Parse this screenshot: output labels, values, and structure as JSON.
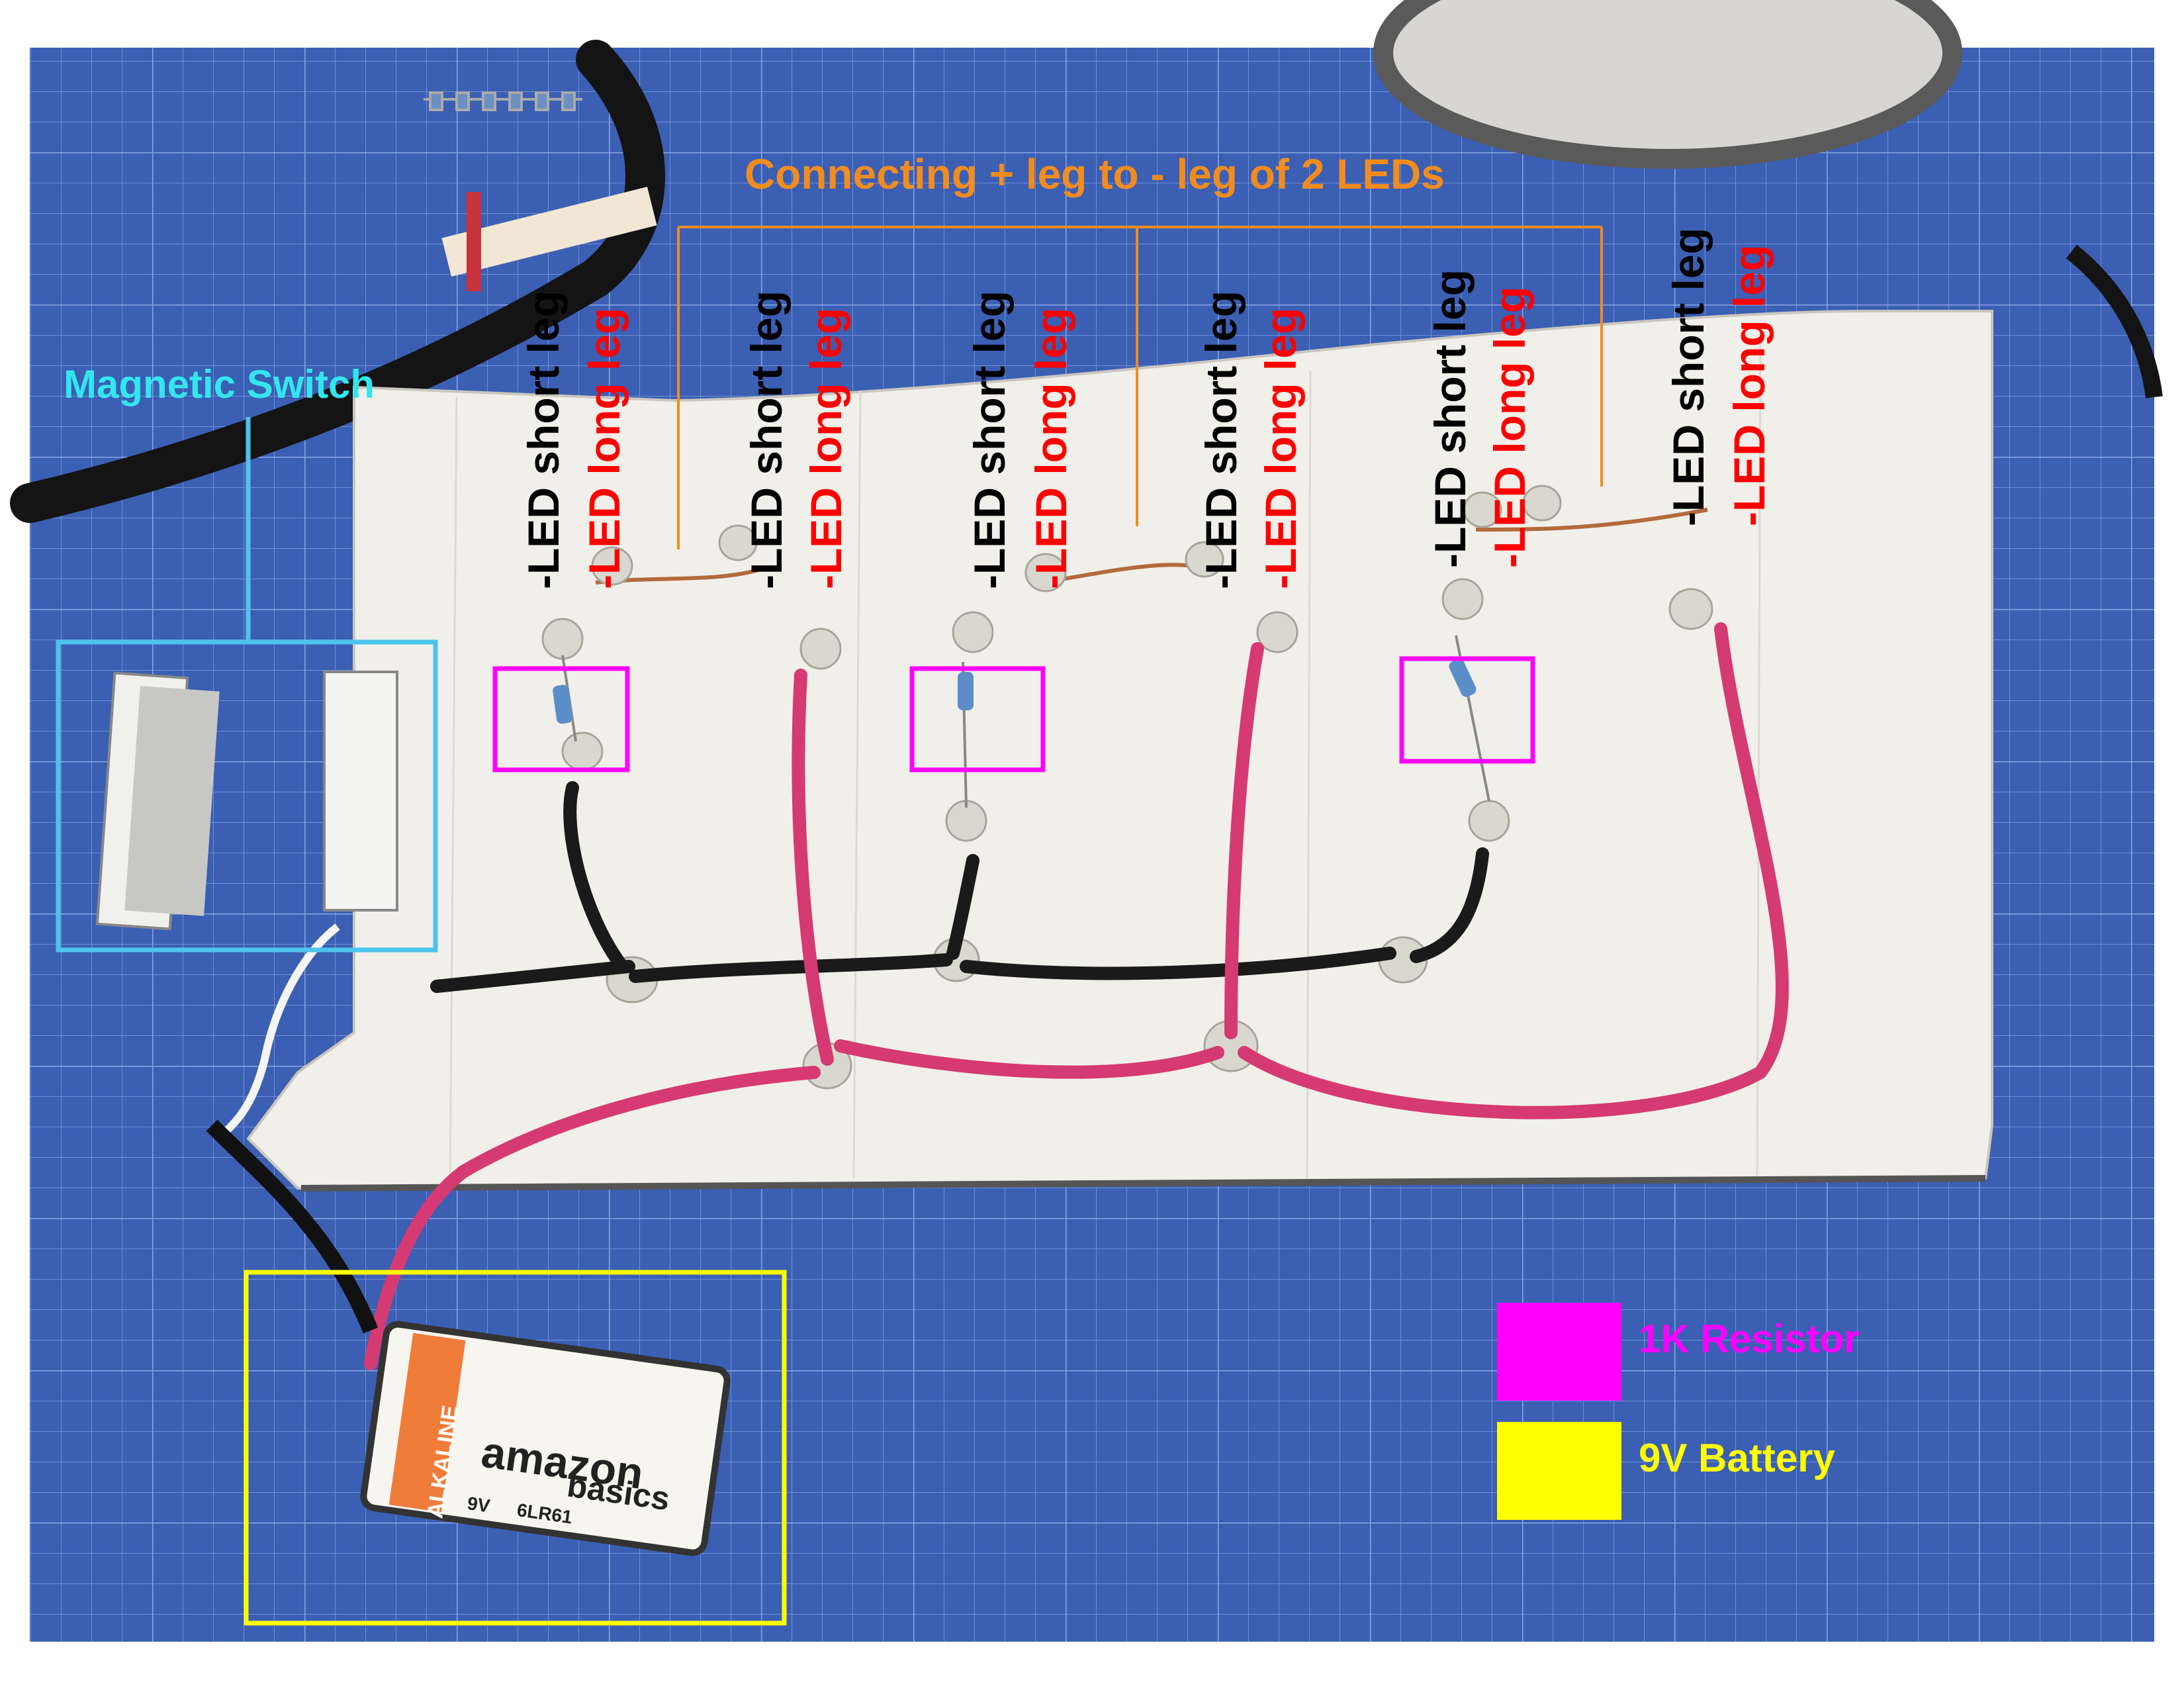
{
  "header": {
    "title": "Connecting + leg to  - leg of 2 LEDs"
  },
  "callouts": {
    "switch": "Magnetic Switch"
  },
  "led_columns": [
    {
      "short": "-LED short leg",
      "long": "-LED long leg"
    },
    {
      "short": "-LED short leg",
      "long": "-LED long leg"
    },
    {
      "short": "-LED short leg",
      "long": "-LED long leg"
    },
    {
      "short": "-LED short leg",
      "long": "-LED long leg"
    },
    {
      "short": "-LED short leg",
      "long": "-LED long leg"
    },
    {
      "short": "-LED short leg",
      "long": "-LED long leg"
    }
  ],
  "legend": [
    {
      "label": "1K Resistor",
      "color": "#ff00ff"
    },
    {
      "label": "9V Battery",
      "color": "#ffff00"
    }
  ],
  "battery": {
    "brand": "amazon",
    "sub": "basics",
    "type": "ALKALINE",
    "voltage": "9V",
    "model": "6LR61"
  },
  "colors": {
    "mat": "#3b5fb3",
    "switch_box": "#4cc4ee",
    "switch_text": "#33e6ee",
    "bracket": "#f28c1e",
    "resistor_box": "#ff00ff",
    "battery_box": "#ffff00",
    "wire_red": "#d63a72",
    "wire_black": "#1a1a1a"
  }
}
